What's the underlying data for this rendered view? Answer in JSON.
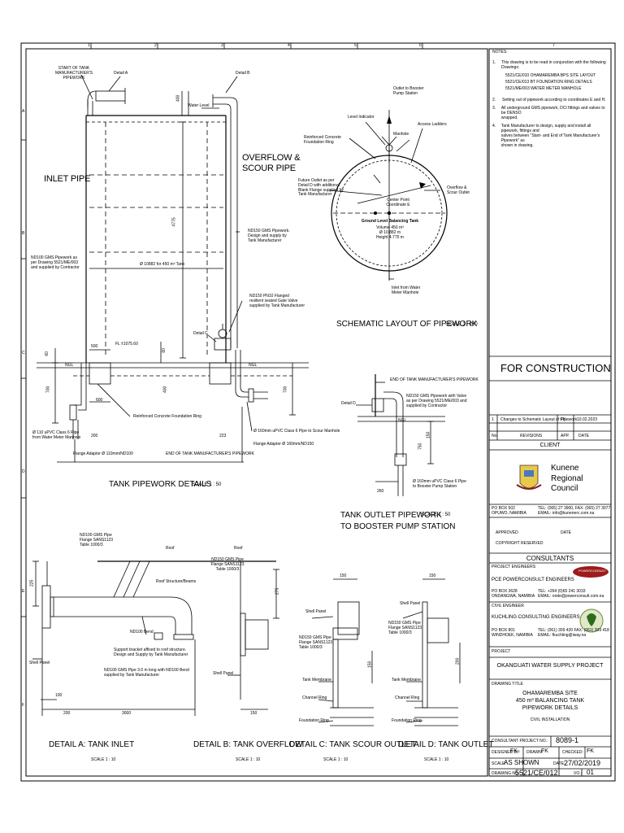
{
  "grid": {
    "cols": [
      "1",
      "2",
      "3",
      "4",
      "5",
      "6",
      "7"
    ],
    "rows": [
      "A",
      "B",
      "C",
      "D",
      "E",
      "F"
    ]
  },
  "inlet": {
    "heading": "INLET PIPE",
    "start_label": "START OF TANK\nMANUFACTURER'S\nPIPEWORK",
    "detail_a": "Detail A",
    "detail_b": "Detail B",
    "detail_c": "Detail C",
    "water_level": "Water Level",
    "dim_400": "400",
    "dim_4775": "4775",
    "dim_tank": "Ø 10882 for 450 m³ Tank",
    "nd100_note": "ND100 GMS Pipework as\nper Drawing 5521/ME/003\nand supplied by Contractor",
    "ngl_left": "NGL",
    "ngl_right": "NGL",
    "fl": "FL ±1075.60",
    "d500": "500",
    "d700a": "700",
    "d700b": "700",
    "d60a": "60",
    "d60b": "60",
    "d400": "400",
    "d600": "600",
    "d200": "200",
    "d223": "223",
    "ring": "Reinforced Concrete Foundation Ring",
    "upvc110": "Ø 110 uPVC Class 6 Pipe\nfrom Water Meter Manhole",
    "flange100": "Flange Adaptor Ø 110mm/ND100",
    "end_pipework": "END OF TANK MANUFACTURER'S PIPEWORK",
    "upvc160": "Ø 160mm uPVC Class 6 Pipe to Scour Manhole",
    "flange160": "Flange Adaptor Ø 160mm/ND150",
    "overflow_heading": "OVERFLOW &\nSCOUR PIPE",
    "nd150_note": "ND150 GMS Pipework.\nDesign and supply by\nTank Manufacturer",
    "valve_note": "ND150 PN10 Flanged\nresilient seated Gate Valve\nsupplied by Tank Manufacturer",
    "title": "TANK PIPEWORK DETAILS",
    "scale": "SCALE 1 : 50"
  },
  "plan": {
    "outlet_booster": "Outlet to Booster\nPump Station",
    "level_indicator": "Level Indicator",
    "access_ladders": "Access Ladders",
    "manhole": "Manhole",
    "ring": "Reinforced Concrete\nFoundation Ring",
    "future": "Future Outlet as per\nDetail D with additional\nBlank Flange supplied by\nTank Manufacturer",
    "center": "Center Point\nCoordinate E",
    "overflow": "Overflow &\nScour Outlet",
    "tank_name": "Ground Level Balancing Tank",
    "tank_specs": "Volume 450 m³\nØ 10.882 m\nHeight 4.775 m",
    "inlet_from": "Inlet from Water\nMeter Manhole",
    "title": "SCHEMATIC LAYOUT OF PIPEWORK",
    "scale": "SCALE 1 : 200"
  },
  "outlet": {
    "end": "END OF TANK MANUFACTURER'S PIPEWORK",
    "gms": "ND150 GMS Pipework with Valve\nas per Drawing 5521/ME/003 and\nsupplied by Contractor",
    "detail_d": "Detail D",
    "ngl": "NGL",
    "d150": "150",
    "d750": "750",
    "d260": "260",
    "upvc": "Ø 160mm uPVC Class 6 Pipe\nto Booster Pump Station",
    "title": "TANK OUTLET PIPEWORK\nTO BOOSTER PUMP STATION",
    "scale": "SCALE 1 : 50"
  },
  "detail_a": {
    "pipe": "ND100 GMS Pipe\nFlange SANS1123\nTable 1000/3",
    "roof": "Roof",
    "roof_struct": "Roof Structure/Beams",
    "bend": "ND100 Bend",
    "support": "Support bracket affixed to roof structure.\nDesign and Supply by Tank Manufacturer",
    "pipe_long": "ND100 GMS Pipe 3.0 m long with ND100 Bend\nsupplied by Tank Manufacturer",
    "shell": "Shell Panel",
    "d225": "225",
    "d100": "100",
    "d200": "200",
    "d3000": "3000",
    "title": "DETAIL A: TANK INLET",
    "scale": "SCALE 1 : 10"
  },
  "detail_b": {
    "roof": "Roof",
    "pipe": "ND150 GMS Pipe\nFlange SANS1123\nTable 1000/3",
    "shell": "Shell Panel",
    "d275": "275",
    "d150": "150",
    "title": "DETAIL B: TANK OVERFLOW",
    "scale": "SCALE 1 : 10"
  },
  "detail_c": {
    "d150a": "150",
    "d150b": "150",
    "shell": "Shell Panel",
    "pipe": "ND150 GMS Pipe\nFlange SANS1123\nTable 1000/3",
    "membrane": "Tank Membrane",
    "channel": "Channel Ring",
    "foundation": "Foundation Ring",
    "title": "DETAIL C: TANK SCOUR OUTLET",
    "scale": "SCALE 1 : 10"
  },
  "detail_d": {
    "d150": "150",
    "d200": "200",
    "shell": "Shell Panel",
    "pipe": "ND150 GMS Pipe\nFlange SANS1123\nTable 1000/3",
    "membrane": "Tank Membrane",
    "channel": "Channel Ring",
    "foundation": "Foundation Ring",
    "title": "DETAIL D: TANK OUTLET",
    "scale": "SCALE 1 : 10"
  },
  "notes": {
    "heading": "NOTES:",
    "items": [
      {
        "num": "1.",
        "text": "This drawing is to be read in conjunction with the following Drawings:"
      },
      {
        "num": "",
        "text": "5521/CE/010    OHAMAREMBA BPS SITE LAYOUT"
      },
      {
        "num": "",
        "text": "5521/CE/013    BT FOUNDATION RING DETAILS"
      },
      {
        "num": "",
        "text": "5521/ME/003    WATER METER MANHOLE"
      },
      {
        "num": "2.",
        "text": "Setting out of pipework according to coordinates E and H."
      },
      {
        "num": "3.",
        "text": "All underground GMS pipework, DCI fittings and valves to be DENSO\nwrapped."
      },
      {
        "num": "4.",
        "text": "Tank Manufacturer to design, supply and install all pipework, fittings and\nvalves between \"Start- and End of Tank Manufacturer's Pipework\" as\nshown in drawing."
      }
    ]
  },
  "title_block": {
    "status": "FOR CONSTRUCTION",
    "rev_num": "1",
    "rev_text": "Changes to Schematic Layout of Pipework",
    "rev_by": "FK",
    "rev_date": "10.02.2023",
    "h_no": "No.",
    "h_rev": "REVISIONS",
    "h_app": "APP.",
    "h_date": "DATE",
    "client_h": "CLIENT",
    "client_name": "Kunene\nRegional\nCouncil",
    "client_addr": "PO BOX 502\nOPUWO, NAMIBIA",
    "client_contact": "TEL: (065) 27 3900, FAX: (065) 27 3077\nEMAIL: info@kunenerc.com.na",
    "approved": "APPROVED",
    "date": "DATE",
    "copyright": "COPYRIGHT RESERVED",
    "consultants_h": "CONSULTANTS",
    "pe_label": "PROJECT ENGINEERS",
    "pe_name": "PCE POWERCONSULT ENGINEERS",
    "pe_addr": "PO BOX 3628\nONDANGWA, NAMIBIA",
    "pe_contact": "TEL: +264 (0)65 241 3033\nEMAIL: onde@powerconsult.com.na",
    "pe_logo": "POWERCONSULT",
    "ce_label": "CIVIL ENGINEER",
    "ce_name": "KUCHLING CONSULTING ENGINEERS",
    "ce_addr": "PO BOX 801\nWINDHOEK, NAMIBIA",
    "ce_contact": "TEL: (061) 309 420  FAX: (061) 309 418\nEMAIL: fkuchling@iway.na",
    "project_label": "PROJECT",
    "project": "OKANGUATI WATER SUPPLY PROJECT",
    "dt_label": "DRAWING TITLE",
    "dt": "OHAMAREMBA SITE\n450 m³ BALANCING TANK\nPIPEWORK DETAILS",
    "discipline": "CIVIL INSTALLATION",
    "cpn_label": "CONSULTANT PROJECT NO.:",
    "cpn": "8089-1",
    "designed_l": "DESIGNED BY:",
    "designed": "FK",
    "drawn_l": "DRAWN:",
    "drawn": "FK",
    "checked_l": "CHECKED:",
    "checked": "FK",
    "scale_l": "SCALE:",
    "scale": "AS SHOWN",
    "date_l": "DATE:",
    "date_v": "27/02/2019",
    "dn_l": "DRAWING NO.:",
    "dn": "5521/CE/012",
    "rev_l": "VO.:",
    "rev": "01"
  }
}
